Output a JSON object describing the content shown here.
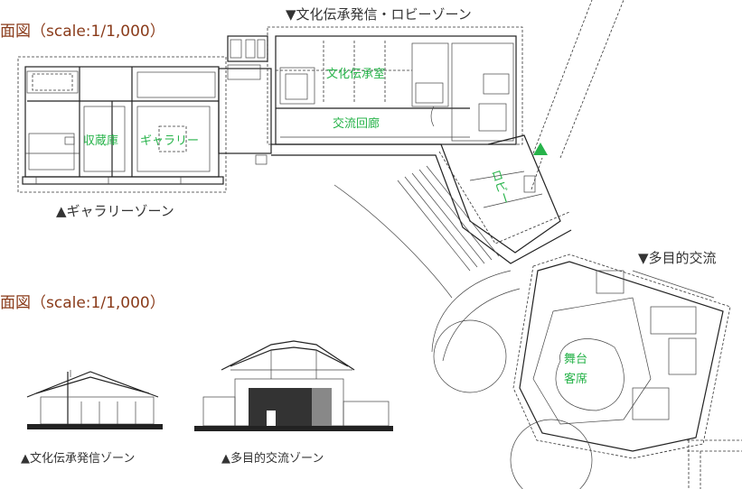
{
  "titles": {
    "plan": "面図（scale:1/1,000）",
    "section": "面図（scale:1/1,000）"
  },
  "zones": {
    "culture_lobby": "▼文化伝承発信・ロビーゾーン",
    "gallery": "▲ギャラリーゾーン",
    "multipurpose": "▼多目的交流"
  },
  "rooms": {
    "culture_room": "文化伝承室",
    "corridor": "交流回廊",
    "storage": "収蔵庫",
    "gallery": "ギャラリー",
    "lobby": "ロビー",
    "stage": "舞台",
    "seats": "客席"
  },
  "sections": {
    "culture": "▲文化伝承発信ゾーン",
    "multipurpose": "▲多目的交流ゾーン"
  },
  "colors": {
    "title": "#8a3b1a",
    "room_label": "#27b34a",
    "text": "#333333"
  }
}
